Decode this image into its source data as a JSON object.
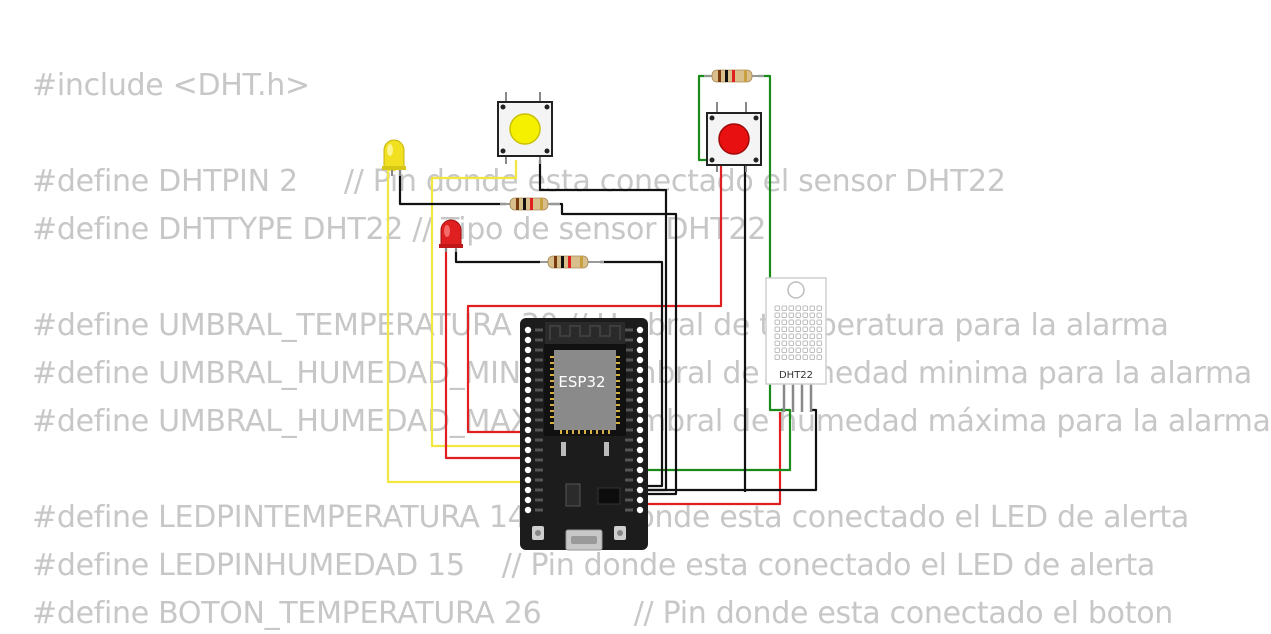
{
  "code_lines": [
    "#include <DHT.h>",
    "",
    "#define DHTPIN 2     // Pin donde esta conectado el sensor DHT22",
    "#define DHTTYPE DHT22 // Tipo de sensor DHT22",
    "",
    "#define UMBRAL_TEMPERATURA 30 // Umbral de temperatura para la alarma",
    "#define UMBRAL_HUMEDAD_MIN 40 // Umbral de humedad minima para la alarma",
    "#define UMBRAL_HUMEDAD_MAX 60 // Umbral de humedad máxima para la alarma",
    "",
    "#define LEDPINTEMPERATURA 14 // Pin donde esta conectado el LED de alerta",
    "#define LEDPINHUMEDAD 15    // Pin donde esta conectado el LED de alerta",
    "#define BOTON_TEMPERATURA 26          // Pin donde esta conectado el boton"
  ],
  "board": {
    "label": "ESP32"
  },
  "sensor": {
    "label": "DHT22"
  },
  "colors": {
    "wire_yellow": "#f2e640",
    "wire_red": "#e02020",
    "wire_green": "#1a8a1a",
    "wire_black": "#111111",
    "led_yellow": "#f0e020",
    "led_red": "#e02020",
    "button_yellow": "#f5f000",
    "button_red": "#e81010",
    "board": "#1c1c1c",
    "chip": "#8a8a8a"
  }
}
